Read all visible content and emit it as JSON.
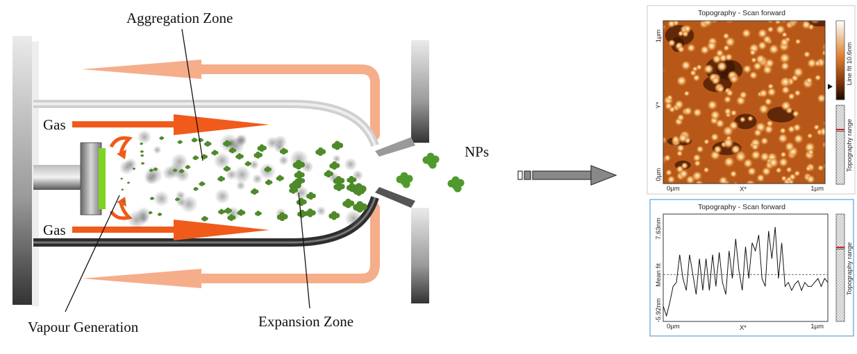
{
  "diagram": {
    "labels": {
      "aggregation_zone": "Aggregation Zone",
      "gas_top": "Gas",
      "gas_bottom": "Gas",
      "vapour_generation": "Vapour Generation",
      "expansion_zone": "Expansion Zone",
      "nps": "NPs"
    },
    "colors": {
      "gas_arrow": "#f05a1a",
      "return_arrow": "#f6ad8a",
      "target": "#7fd321",
      "particle": "#4e8a2a"
    }
  },
  "afm_image": {
    "title": "Topography - Scan forward",
    "y_top": "1µm",
    "y_axis": "Y*",
    "y_bottom": "0µm",
    "x_left": "0µm",
    "x_axis": "X*",
    "x_right": "1µm",
    "colorbar_label": "Line fit 10.6nm",
    "range_label": "Topography range",
    "colors": {
      "dark": "#3a1402",
      "mid": "#c0601a",
      "bright": "#fff0d8"
    }
  },
  "afm_profile": {
    "title": "Topography - Scan forward",
    "y_top": "7.63nm",
    "y_axis": "Mean fit",
    "y_bottom": "-5.92nm",
    "x_left": "0µm",
    "x_axis": "X*",
    "x_right": "1µm",
    "range_label": "Topography range",
    "border_color": "#5aa0e0"
  },
  "chart_data": {
    "type": "line",
    "title": "Topography - Scan forward",
    "xlabel": "X*",
    "ylabel": "Mean fit",
    "x_range": [
      0,
      1
    ],
    "x_unit": "µm",
    "ylim": [
      -5.92,
      7.63
    ],
    "y_unit": "nm",
    "reference_line": 0,
    "x": [
      0,
      0.02,
      0.04,
      0.06,
      0.08,
      0.1,
      0.12,
      0.14,
      0.16,
      0.18,
      0.2,
      0.22,
      0.24,
      0.26,
      0.28,
      0.3,
      0.32,
      0.34,
      0.36,
      0.38,
      0.4,
      0.42,
      0.44,
      0.46,
      0.48,
      0.5,
      0.52,
      0.54,
      0.56,
      0.58,
      0.6,
      0.62,
      0.64,
      0.66,
      0.68,
      0.7,
      0.72,
      0.74,
      0.76,
      0.78,
      0.8,
      0.82,
      0.84,
      0.86,
      0.88,
      0.9,
      0.92,
      0.94,
      0.96,
      0.98,
      1.0
    ],
    "values": [
      -4.0,
      -5.2,
      -3.5,
      -1.5,
      -1.0,
      2.5,
      -0.5,
      -2.0,
      2.5,
      0.0,
      -2.5,
      2.0,
      -2.0,
      2.0,
      -2.0,
      2.5,
      -1.5,
      2.8,
      -1.0,
      -2.5,
      3.0,
      -0.5,
      4.5,
      0.5,
      -2.0,
      3.5,
      -0.5,
      4.0,
      3.0,
      5.0,
      -0.5,
      -1.5,
      5.5,
      2.0,
      6.0,
      -0.5,
      4.0,
      -1.5,
      -1.0,
      -2.0,
      -1.2,
      -0.8,
      -2.0,
      -1.0,
      -1.5,
      -1.5,
      -1.0,
      -0.5,
      -1.5,
      -0.5,
      -1.0
    ]
  }
}
